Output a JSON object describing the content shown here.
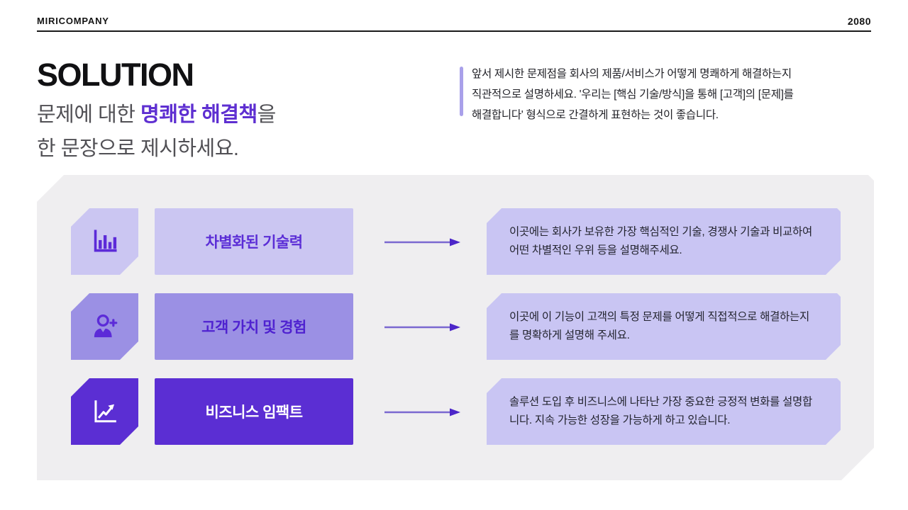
{
  "header": {
    "company": "MIRICOMPANY",
    "page_number": "2080"
  },
  "hero": {
    "title": "SOLUTION",
    "subtitle_prefix": "문제에 대한 ",
    "subtitle_highlight": "명쾌한 해결책",
    "subtitle_suffix": "을",
    "subtitle_line2": "한 문장으로 제시하세요."
  },
  "note": {
    "text": "앞서 제시한 문제점을 회사의 제품/서비스가 어떻게 명쾌하게 해결하는지 직관적으로 설명하세요. '우리는 [핵심 기술/방식]을 통해 [고객]의 [문제]를 해결합니다' 형식으로 간결하게 표현하는 것이 좋습니다."
  },
  "solution_rows": [
    {
      "icon": "bar-chart-icon",
      "label": "차별화된 기술력",
      "description": "이곳에는 회사가 보유한 가장 핵심적인 기술, 경쟁사 기술과 비교하여 어떤 차별적인 우위 등을 설명해주세요."
    },
    {
      "icon": "person-add-icon",
      "label": "고객 가치 및 경험",
      "description": "이곳에 이 기능이 고객의 특정 문제를 어떻게 직접적으로 해결하는지를 명확하게 설명해 주세요."
    },
    {
      "icon": "trend-up-chart-icon",
      "label": "비즈니스 임팩트",
      "description": "솔루션 도입 후 비즈니스에 나타난 가장 중요한 긍정적 변화를 설명합니다. 지속 가능한 성장을 가능하게 하고 있습니다."
    }
  ],
  "colors": {
    "accent_dark_violet": "#5b2ed3",
    "accent_medium_purple": "#9b90e4",
    "accent_light_lavender": "#cbc6f2",
    "description_box_fill": "#c9c5f3",
    "panel_gray": "#efeef0",
    "subtitle_gray": "#515055",
    "subtitle_highlight_purple": "#5e2fd1",
    "note_bar_purple": "#a9a0ea",
    "body_text_dark": "#23242f",
    "header_line_black": "#1a1a1a"
  }
}
